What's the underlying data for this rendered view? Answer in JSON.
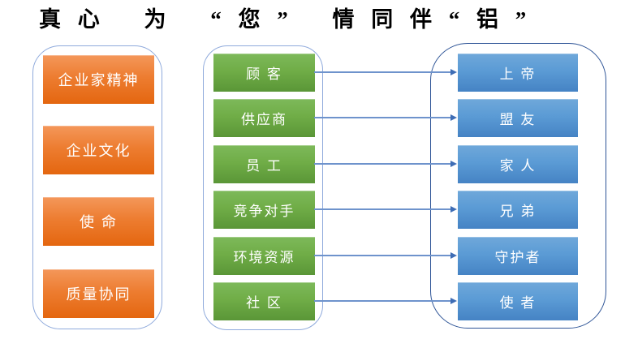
{
  "title": {
    "text": "真 心　 为　 “ 您 ”　 情 同 伴 “ 铝 ”"
  },
  "palette": {
    "orange_top": "#F4975A",
    "orange_bottom": "#E4660F",
    "green_top": "#7DB95A",
    "green_bottom": "#5A9637",
    "blue_top": "#6FA8DA",
    "blue_bottom": "#4583C4",
    "container_border_light": "#8FAADC",
    "container_border_dark": "#2F5597",
    "arrow_line": "#6E93CC",
    "arrow_head": "#3E6DB5",
    "title_color": "#000000",
    "box_text_color": "#FFFFFF",
    "background": "#FFFFFF"
  },
  "groups": {
    "values": {
      "items": [
        "企业家精神",
        "企业文化",
        "使 命",
        "质量协同"
      ]
    },
    "stakeholders": {
      "items": [
        "顾 客",
        "供应商",
        "员 工",
        "竞争对手",
        "环境资源",
        "社 区"
      ]
    },
    "roles": {
      "items": [
        "上 帝",
        "盟 友",
        "家 人",
        "兄 弟",
        "守护者",
        "使 者"
      ]
    }
  },
  "connections": [
    {
      "from": "顾 客",
      "to": "上 帝"
    },
    {
      "from": "供应商",
      "to": "盟 友"
    },
    {
      "from": "员 工",
      "to": "家 人"
    },
    {
      "from": "竞争对手",
      "to": "兄 弟"
    },
    {
      "from": "环境资源",
      "to": "守护者"
    },
    {
      "from": "社 区",
      "to": "使 者"
    }
  ]
}
